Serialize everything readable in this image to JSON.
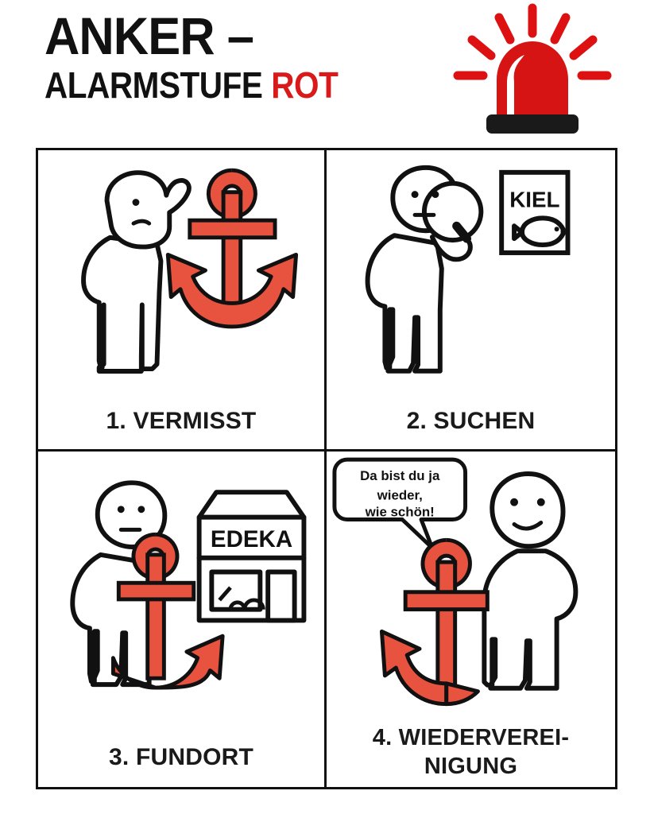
{
  "header": {
    "title_line1": "ANKER –",
    "title_line2_main": "ALARMSTUFE ",
    "title_line2_accent": "ROT",
    "siren_icon": "emergency-siren-icon",
    "accent_color": "#d91a1a",
    "anchor_color": "#e8533f",
    "ink_color": "#111111"
  },
  "panels": [
    {
      "number": "1.",
      "caption": "1. VERMISST",
      "art": {
        "figure": "person-hand-on-head-confused",
        "objects": [
          "red-anchor-full"
        ]
      }
    },
    {
      "number": "2.",
      "caption": "2. SUCHEN",
      "art": {
        "figure": "person-with-magnifying-glass",
        "objects": [
          "kiel-sign"
        ],
        "sign_text": "KIEL",
        "sign_icon": "fish-icon"
      }
    },
    {
      "number": "3.",
      "caption": "3. FUNDORT",
      "art": {
        "figure": "person-standing-neutral",
        "objects": [
          "red-anchor-right-fluke",
          "edeka-storefront"
        ],
        "store_text": "EDEKA"
      }
    },
    {
      "number": "4.",
      "caption_line1": "4. WIEDERVEREI-",
      "caption_line2": "NIGUNG",
      "art": {
        "figure": "person-smiling",
        "objects": [
          "red-anchor-left-fluke",
          "speech-bubble"
        ],
        "speech_line1": "Da bist du ja",
        "speech_line2": "wieder,",
        "speech_line3": "wie schön!"
      }
    }
  ]
}
